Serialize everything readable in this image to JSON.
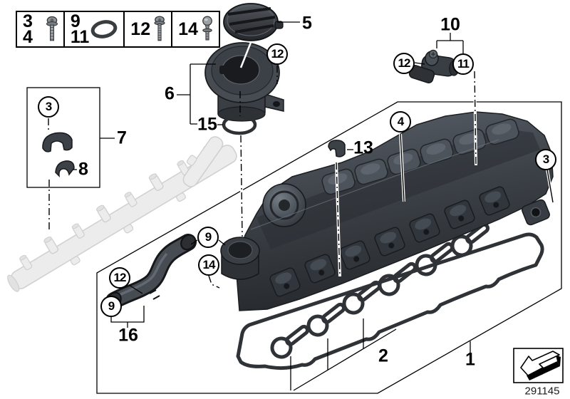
{
  "colors": {
    "background": "#ffffff",
    "line": "#000000",
    "part_dark": "#43484f",
    "part_ghost": "#ebebeb",
    "gasket": "#2f3236"
  },
  "legend": {
    "cells": [
      {
        "numbers": [
          "3",
          "4"
        ],
        "icon": "flange-bolt-icon"
      },
      {
        "numbers": [
          "9",
          "11"
        ],
        "icon": "o-ring-icon"
      },
      {
        "numbers": [
          "12"
        ],
        "icon": "torx-screw-icon"
      },
      {
        "numbers": [
          "14"
        ],
        "icon": "ball-pin-icon"
      }
    ]
  },
  "callouts": {
    "n1": "1",
    "n2": "2",
    "n5": "5",
    "n6": "6",
    "n7": "7",
    "n8": "8",
    "n10": "10",
    "n13": "13",
    "n15": "15",
    "n16": "16",
    "c3_left": "3",
    "c3_right": "3",
    "c4": "4",
    "c9_mid": "9",
    "c9_hose": "9",
    "c11": "11",
    "c12_neck": "12",
    "c12_sensor": "12",
    "c12_hose": "12",
    "c14": "14"
  },
  "footer": {
    "diagram_number": "291145"
  }
}
